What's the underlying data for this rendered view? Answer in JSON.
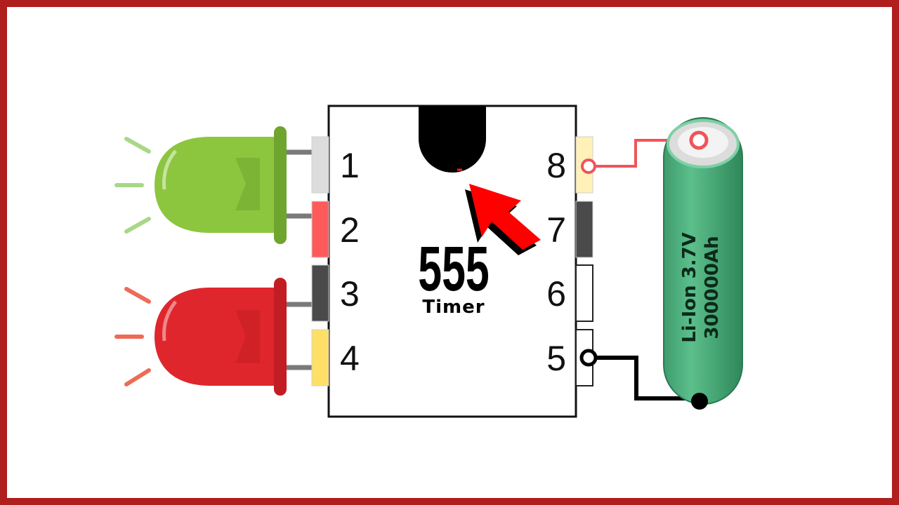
{
  "frame": {
    "border_color": "#b01e1e",
    "background": "#ffffff"
  },
  "chip": {
    "name": "555",
    "subtitle": "Timer",
    "left_pins": [
      {
        "number": "1",
        "color": "#dcdcdc"
      },
      {
        "number": "2",
        "color": "#ff5a5a"
      },
      {
        "number": "3",
        "color": "#4a4a4a"
      },
      {
        "number": "4",
        "color": "#ffe066"
      }
    ],
    "right_pins": [
      {
        "number": "8",
        "color": "#fff1b8"
      },
      {
        "number": "7",
        "color": "#4a4a4a"
      },
      {
        "number": "6",
        "color": "#ffffff"
      },
      {
        "number": "5",
        "color": "#ffffff"
      }
    ]
  },
  "leds": [
    {
      "name": "green-led",
      "color": "#8cc63f",
      "glow_color": "#a8d887"
    },
    {
      "name": "red-led",
      "color": "#e0262d",
      "glow_color": "#ee6b55"
    }
  ],
  "battery": {
    "label_line1": "Li-Ion 3.7V",
    "label_line2": "300000Ah",
    "color": "#4caf7d"
  },
  "arrow": {
    "color": "#ff0000",
    "icon": "pointer-arrow-icon"
  },
  "wires": {
    "positive_color": "#f0545a",
    "negative_color": "#000000"
  }
}
